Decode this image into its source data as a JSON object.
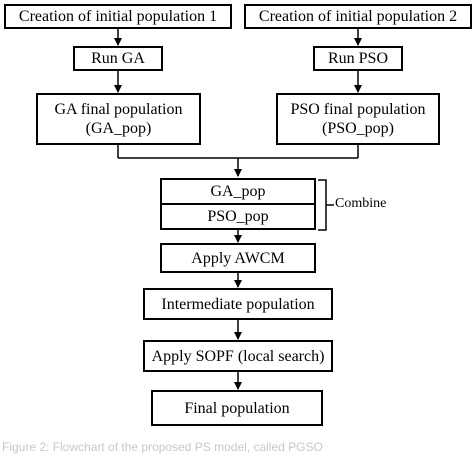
{
  "diagram": {
    "init_pop_1": "Creation of initial population 1",
    "init_pop_2": "Creation of initial population 2",
    "run_ga": "Run GA",
    "run_pso": "Run PSO",
    "ga_final_line1": "GA final population",
    "ga_final_line2": "(GA_pop)",
    "pso_final_line1": "PSO final population",
    "pso_final_line2": "(PSO_pop)",
    "ga_pop": "GA_pop",
    "pso_pop": "PSO_pop",
    "combine_label": "Combine",
    "apply_awcm": "Apply AWCM",
    "intermediate": "Intermediate population",
    "apply_sopf": "Apply SOPF (local search)",
    "final_population": "Final population"
  },
  "caption": "Figure 2: Flowchart of the proposed PS model, called PGSO"
}
